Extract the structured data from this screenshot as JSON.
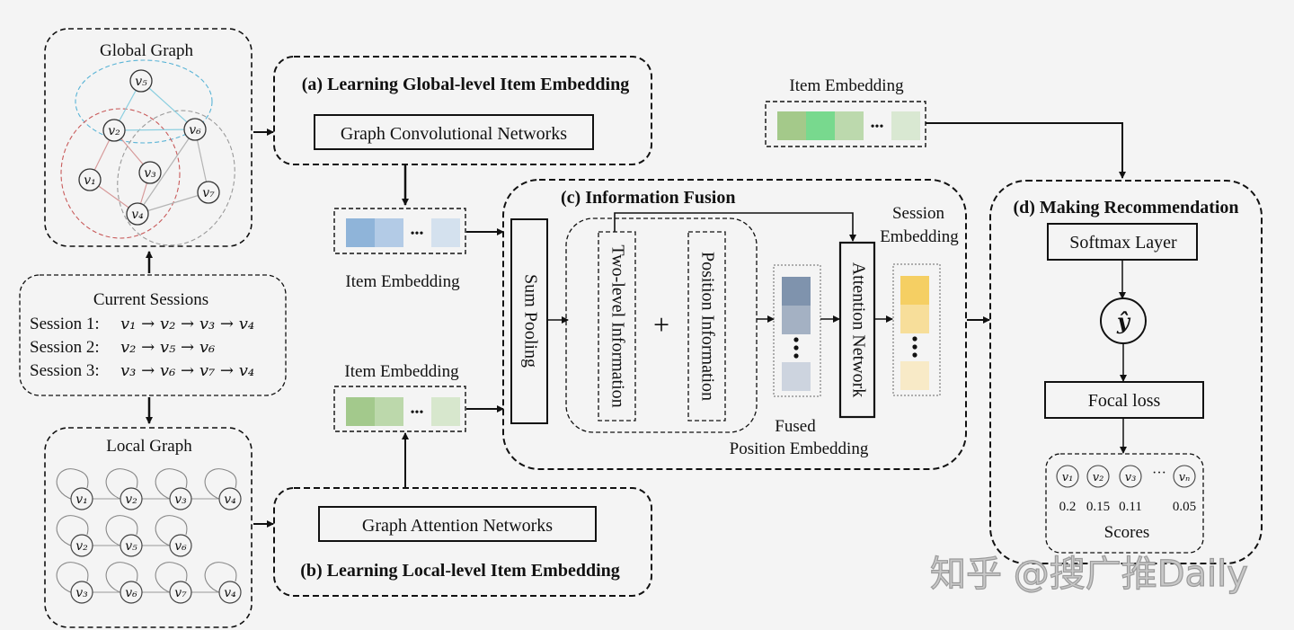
{
  "global_graph": {
    "title": "Global Graph",
    "nodes": [
      "v5",
      "v2",
      "v6",
      "v1",
      "v3",
      "v7",
      "v4"
    ],
    "edges": [
      [
        "v5",
        "v2"
      ],
      [
        "v5",
        "v6"
      ],
      [
        "v2",
        "v6"
      ],
      [
        "v2",
        "v1"
      ],
      [
        "v2",
        "v3"
      ],
      [
        "v6",
        "v4"
      ],
      [
        "v6",
        "v7"
      ],
      [
        "v3",
        "v4"
      ],
      [
        "v1",
        "v4"
      ],
      [
        "v7",
        "v4"
      ]
    ],
    "cluster_colors": {
      "session2": "#5ab4d6",
      "session1": "#c85a5a",
      "session3": "#9a9a9a"
    }
  },
  "current_sessions": {
    "title": "Current Sessions",
    "sessions": [
      {
        "label": "Session 1:",
        "sequence": "v₁ → v₂ → v₃ → v₄"
      },
      {
        "label": "Session 2:",
        "sequence": "v₂ → v₅ → v₆"
      },
      {
        "label": "Session 3:",
        "sequence": "v₃ → v₆ → v₇ → v₄"
      }
    ]
  },
  "local_graph": {
    "title": "Local Graph",
    "rows": [
      [
        "v₁",
        "v₂",
        "v₃",
        "v₄"
      ],
      [
        "v₂",
        "v₅",
        "v₆"
      ],
      [
        "v₃",
        "v₆",
        "v₇",
        "v₄"
      ]
    ]
  },
  "module_a": {
    "title": "(a) Learning Global-level Item Embedding",
    "network": "Graph Convolutional Networks"
  },
  "module_b": {
    "title": "(b) Learning Local-level Item Embedding",
    "network": "Graph Attention Networks"
  },
  "global_item_embedding": {
    "label": "Item Embedding",
    "colors": [
      "#8fb4d9",
      "#b3cbe6",
      "#d4e1ee"
    ],
    "ellipsis": "•••"
  },
  "local_item_embedding": {
    "label": "Item Embedding",
    "colors": [
      "#a3c98c",
      "#bcd8ab",
      "#d7e7cd"
    ],
    "ellipsis": "•••"
  },
  "top_item_embedding": {
    "label": "Item Embedding",
    "colors": [
      "#a4c98a",
      "#78d98e",
      "#bcd9ad",
      "#d9e8d2"
    ],
    "ellipsis": "•••"
  },
  "module_c": {
    "title": "(c) Information Fusion",
    "sum_pooling": "Sum Pooling",
    "two_level": "Two-level Information",
    "plus": "+",
    "position": "Position Information",
    "fused_label_1": "Fused",
    "fused_label_2": "Position Embedding",
    "fused_colors": [
      "#7f93ad",
      "#a4b1c3",
      "#cdd4df"
    ],
    "attention": "Attention Network",
    "session_label_1": "Session",
    "session_label_2": "Embedding",
    "session_colors": [
      "#f5cf63",
      "#f7de9a",
      "#f8eac7"
    ]
  },
  "module_d": {
    "title": "(d) Making Recommendation",
    "softmax": "Softmax Layer",
    "y_hat": "ŷ",
    "loss": "Focal loss",
    "score_nodes": [
      "v₁",
      "v₂",
      "v₃",
      "vₙ"
    ],
    "score_ellipsis": "···",
    "scores": [
      "0.2",
      "0.15",
      "0.11",
      "0.05"
    ],
    "scores_label": "Scores"
  },
  "watermark": "知乎 @搜广推Daily"
}
